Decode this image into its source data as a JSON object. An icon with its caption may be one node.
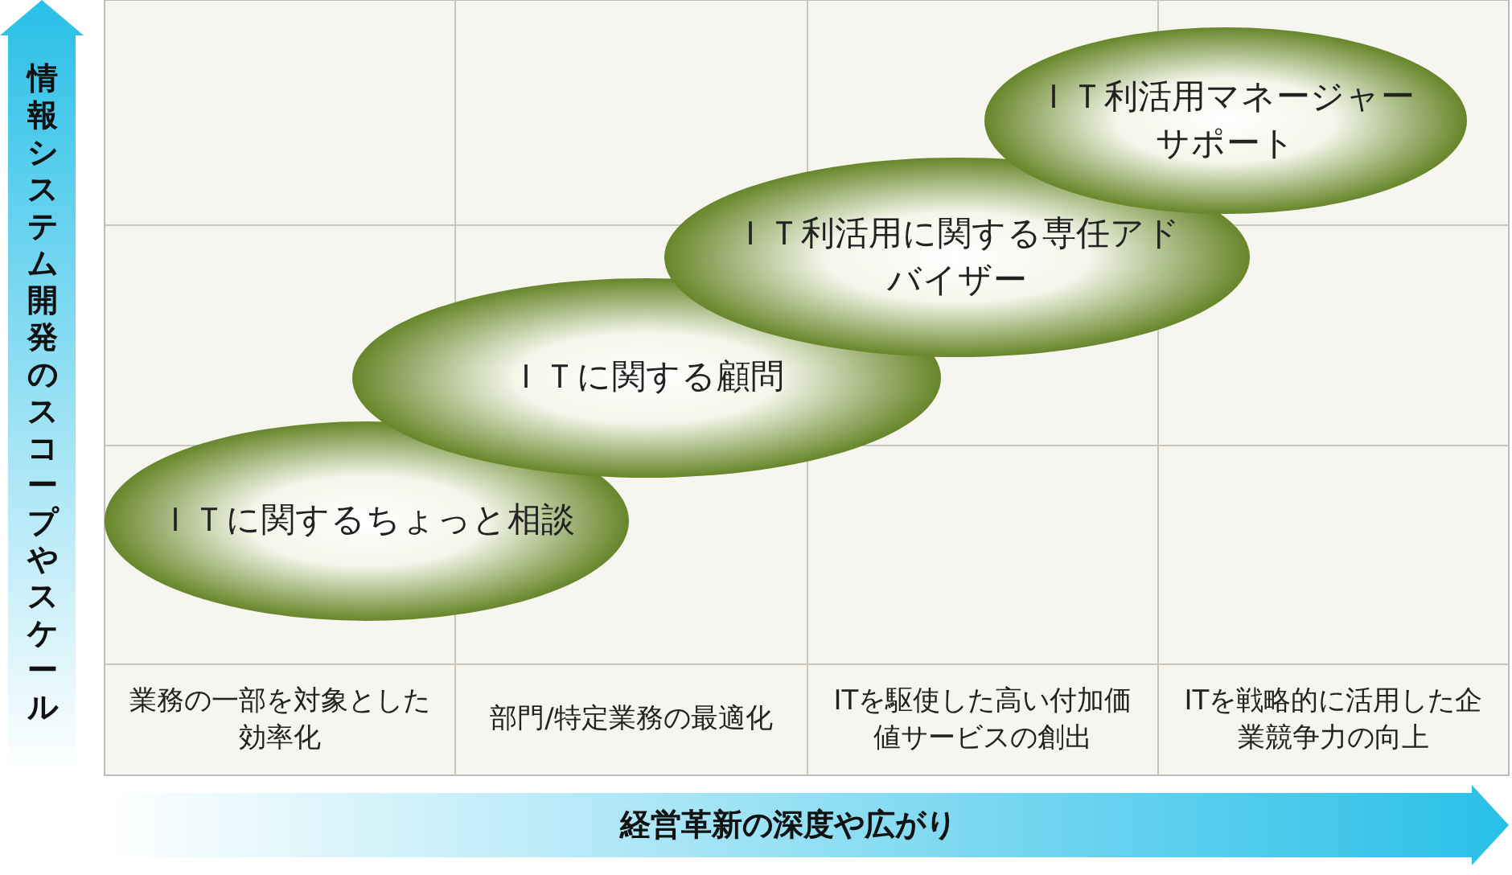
{
  "diagram": {
    "nodes": [
      {
        "text": [
          "ＩＴに関するちょっと相談"
        ]
      },
      {
        "text": [
          "ＩＴに関する顧問"
        ]
      },
      {
        "text": [
          "ＩＴ利活用に関する専任アドバイザー"
        ]
      },
      {
        "text": [
          "ＩＴ利活用マネージャーサポート"
        ]
      }
    ],
    "labels": [
      "情報システム開発のスコープやスケール",
      "業務の一部を対象とした効率化",
      "部門/特定業務の最適化",
      "ITを駆使した高い付加価値サービスの創出",
      "ITを戦略的に活用した企業競争力の向上",
      "経営革新の深度や広がり"
    ]
  }
}
